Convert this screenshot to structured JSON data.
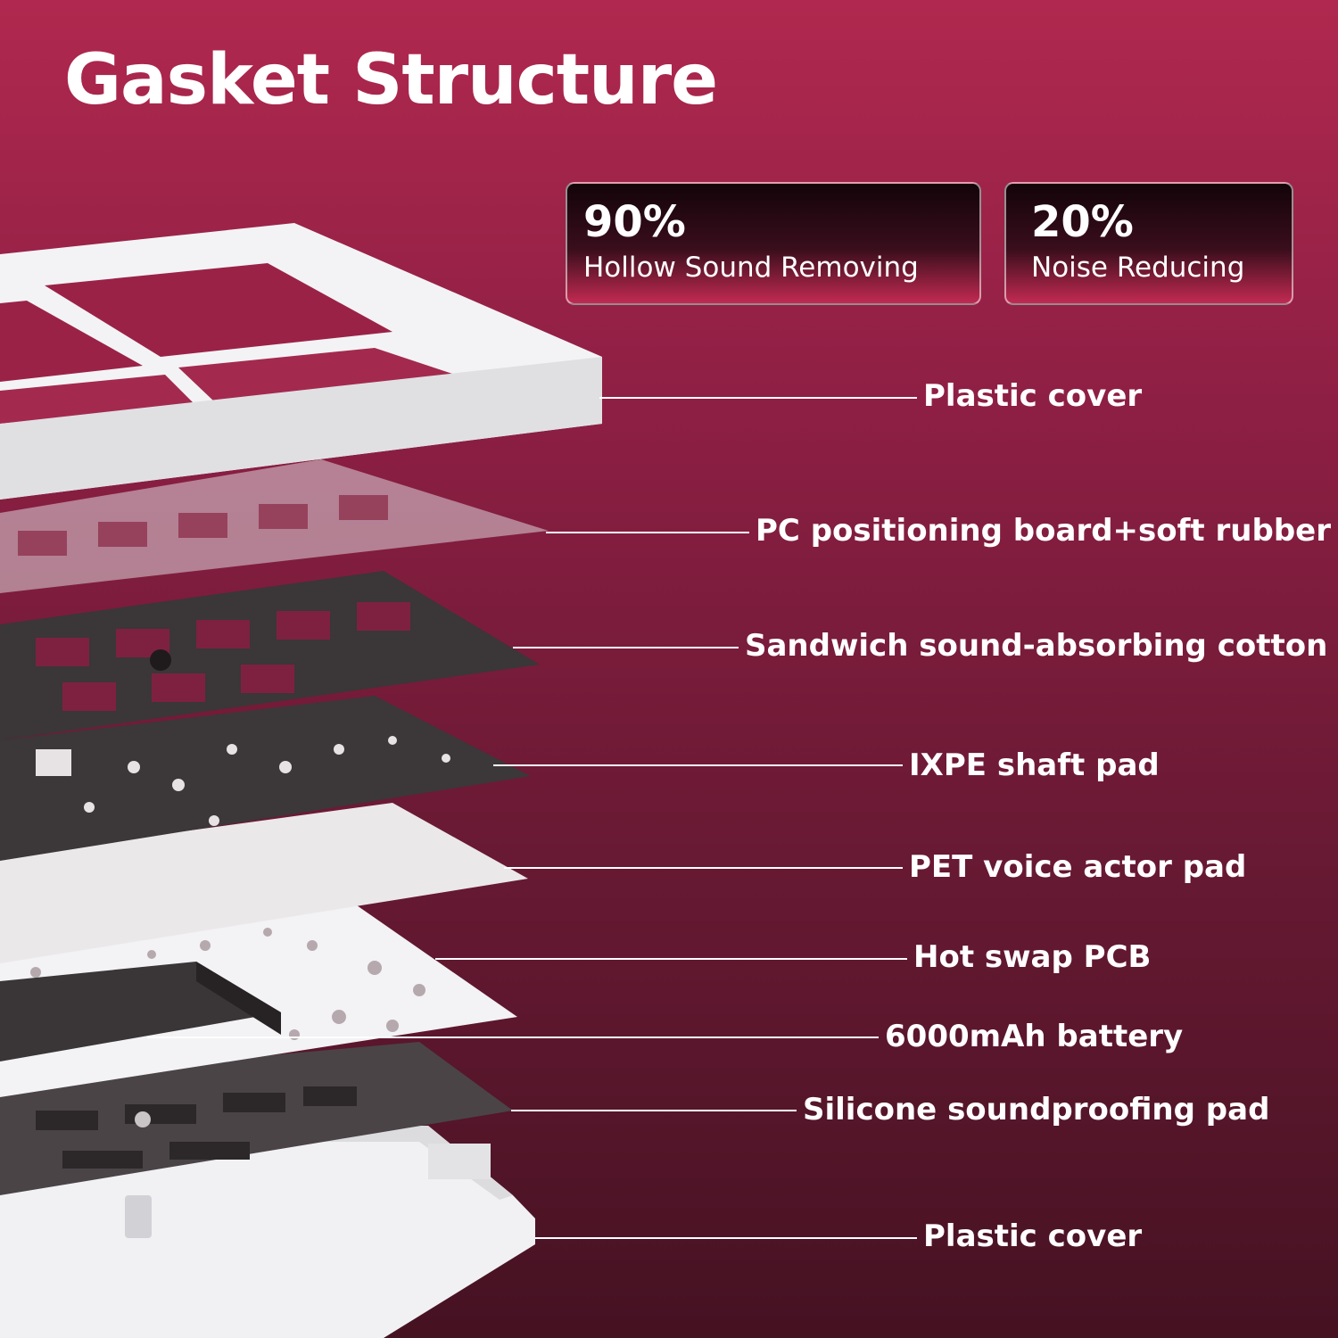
{
  "title": "Gasket Structure",
  "stats": [
    {
      "value": "90%",
      "label": "Hollow Sound Removing"
    },
    {
      "value": "20%",
      "label": "Noise Reducing"
    }
  ],
  "layers": [
    "Plastic cover",
    "PC positioning board+soft rubber",
    "Sandwich sound-absorbing cotton",
    "IXPE shaft pad",
    "PET voice actor pad",
    "Hot swap PCB",
    "6000mAh battery",
    "Silicone soundproofing pad",
    "Plastic cover"
  ],
  "colors": {
    "background_top": "#b0284f",
    "background_bottom": "#451222",
    "white_plastic": "#f2f2f4",
    "dark_layer": "#3f3b3e"
  }
}
